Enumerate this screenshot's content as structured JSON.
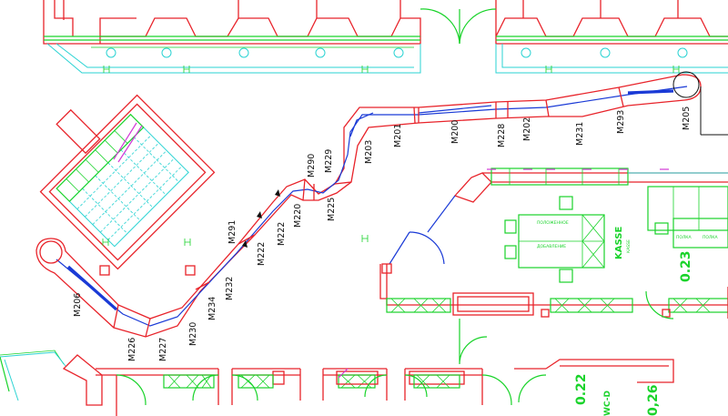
{
  "drawing": {
    "segment_labels": [
      {
        "id": "M205",
        "text": "M205"
      },
      {
        "id": "M293",
        "text": "M293"
      },
      {
        "id": "M231",
        "text": "M231"
      },
      {
        "id": "M202",
        "text": "M202"
      },
      {
        "id": "M228",
        "text": "M228"
      },
      {
        "id": "M200",
        "text": "M200"
      },
      {
        "id": "M201",
        "text": "M201"
      },
      {
        "id": "M203",
        "text": "M203"
      },
      {
        "id": "M229",
        "text": "M229"
      },
      {
        "id": "M290",
        "text": "M290"
      },
      {
        "id": "M225",
        "text": "M225"
      },
      {
        "id": "M220",
        "text": "M220"
      },
      {
        "id": "M222a",
        "text": "M222"
      },
      {
        "id": "M222b",
        "text": "M222"
      },
      {
        "id": "M291",
        "text": "M291"
      },
      {
        "id": "M232",
        "text": "M232"
      },
      {
        "id": "M234",
        "text": "M234"
      },
      {
        "id": "M230",
        "text": "M230"
      },
      {
        "id": "M227",
        "text": "M227"
      },
      {
        "id": "M226",
        "text": "M226"
      },
      {
        "id": "M206",
        "text": "M206"
      }
    ],
    "room_labels": {
      "kasse": "KASSE",
      "kasse_sub": "КАSSE",
      "dim_023": "0.23",
      "dim_022": "0.22",
      "dim_026": "0,26",
      "wc": "WC-D"
    },
    "furniture_labels": {
      "table_top": "ПОЛОЖЕННОЕ",
      "table_mid": "ДОБАВЛЕНИЕ",
      "shelf_a": "ПОЛКА",
      "shelf_b": "ПОЛКА"
    },
    "colors": {
      "walls": "#e8232a",
      "windows": "#19d32a",
      "facade": "#2ad3d3",
      "route": "#1a3ad6",
      "accent": "#d23ad6",
      "labels": "#111111"
    }
  }
}
